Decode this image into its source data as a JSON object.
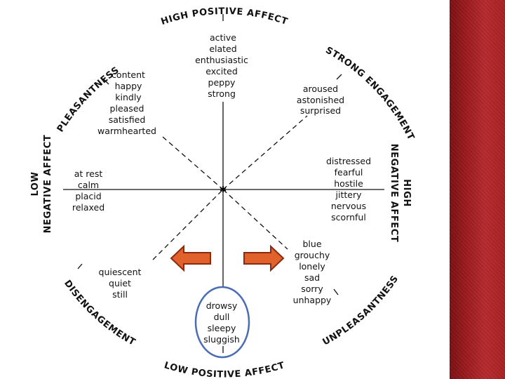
{
  "diagram": {
    "axis_labels": {
      "top": "HIGH POSITIVE AFFECT",
      "bottom": "LOW POSITIVE AFFECT",
      "left": [
        "LOW",
        "NEGATIVE AFFECT"
      ],
      "right": [
        "HIGH",
        "NEGATIVE AFFECT"
      ],
      "upper_left": "PLEASANTNESS",
      "upper_right": "STRONG ENGAGEMENT",
      "lower_left": "DISENGAGEMENT",
      "lower_right": "UNPLEASANTNESS"
    },
    "word_groups": {
      "top": [
        "active",
        "elated",
        "enthusiastic",
        "excited",
        "peppy",
        "strong"
      ],
      "upper_right": [
        "aroused",
        "astonished",
        "surprised"
      ],
      "right": [
        "distressed",
        "fearful",
        "hostile",
        "jittery",
        "nervous",
        "scornful"
      ],
      "lower_right": [
        "blue",
        "grouchy",
        "lonely",
        "sad",
        "sorry",
        "unhappy"
      ],
      "bottom": [
        "drowsy",
        "dull",
        "sleepy",
        "sluggish"
      ],
      "lower_left": [
        "quiescent",
        "quiet",
        "still"
      ],
      "left": [
        "at rest",
        "calm",
        "placid",
        "relaxed"
      ],
      "upper_left": [
        "content",
        "happy",
        "kindly",
        "pleased",
        "satisfied",
        "warmhearted"
      ]
    },
    "colors": {
      "arrow_fill": "#e0622a",
      "arrow_stroke": "#8a2a10",
      "highlight_circle": "#4a6bb5",
      "sidebar": "#a01c1f"
    }
  }
}
